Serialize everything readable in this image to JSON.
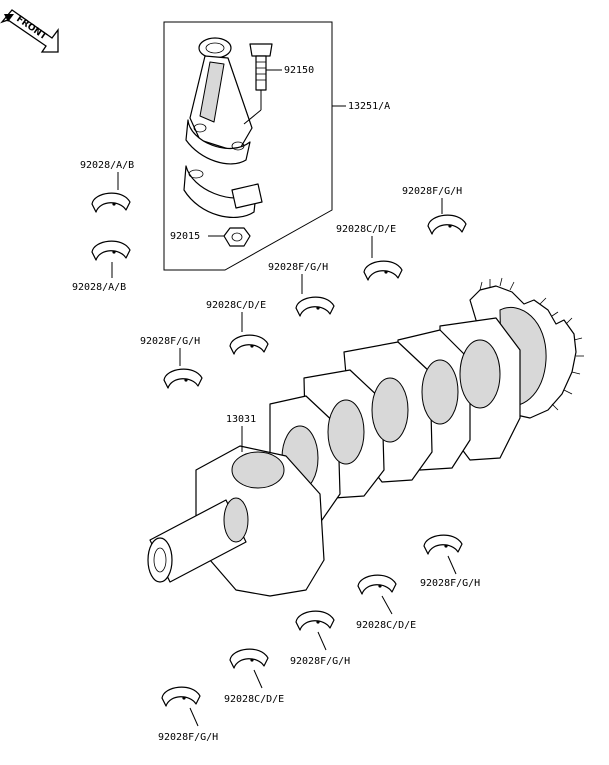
{
  "front_label": "FRONT",
  "labels": {
    "p92150": "92150",
    "p13251A": "13251/A",
    "p92028AB_1": "92028/A/B",
    "p92028AB_2": "92028/A/B",
    "p92015": "92015",
    "p92028FGH_1": "92028F/G/H",
    "p92028CDE_1": "92028C/D/E",
    "p92028FGH_2": "92028F/G/H",
    "p92028CDE_2": "92028C/D/E",
    "p92028FGH_3": "92028F/G/H",
    "p13031": "13031",
    "p92028FGH_4": "92028F/G/H",
    "p92028CDE_3": "92028C/D/E",
    "p92028FGH_5": "92028F/G/H",
    "p92028CDE_4": "92028C/D/E",
    "p92028FGH_6": "92028F/G/H"
  }
}
